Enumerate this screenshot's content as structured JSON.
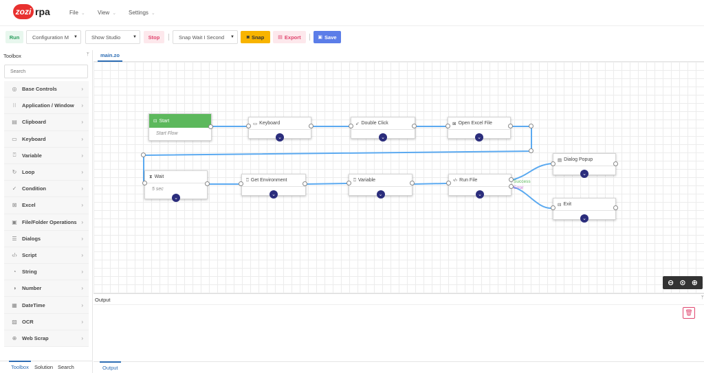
{
  "app": {
    "logo_badge": "zozi",
    "logo_text": "rpa"
  },
  "menu": [
    {
      "label": "File"
    },
    {
      "label": "View"
    },
    {
      "label": "Settings"
    }
  ],
  "toolbar": {
    "run": "Run",
    "config_select": "Configuration M",
    "studio_select": "Show Studio",
    "stop": "Stop",
    "snap_wait_select": "Snap Wait I Second",
    "snap": "Snap",
    "export": "Export",
    "save": "Save"
  },
  "sidebar": {
    "title": "Toolbox",
    "search_placeholder": "Search",
    "items": [
      {
        "label": "Base Controls",
        "icon": "circle-settings-icon",
        "glyph": "◎"
      },
      {
        "label": "Application / Window",
        "icon": "grid-icon",
        "glyph": "⁝⁝"
      },
      {
        "label": "Clipboard",
        "icon": "clipboard-icon",
        "glyph": "▤"
      },
      {
        "label": "Keyboard",
        "icon": "keyboard-icon",
        "glyph": "▭"
      },
      {
        "label": "Variable",
        "icon": "bookmark-icon",
        "glyph": "⍞"
      },
      {
        "label": "Loop",
        "icon": "loop-icon",
        "glyph": "↻"
      },
      {
        "label": "Condition",
        "icon": "check-icon",
        "glyph": "✓"
      },
      {
        "label": "Excel",
        "icon": "excel-icon",
        "glyph": "⊠"
      },
      {
        "label": "File/Folder Operations",
        "icon": "folder-icon",
        "glyph": "▣"
      },
      {
        "label": "Dialogs",
        "icon": "dialog-icon",
        "glyph": "☰"
      },
      {
        "label": "Script",
        "icon": "code-icon",
        "glyph": "‹/›"
      },
      {
        "label": "String",
        "icon": "string-icon",
        "glyph": "◔"
      },
      {
        "label": "Number",
        "icon": "number-icon",
        "glyph": "◑"
      },
      {
        "label": "DateTime",
        "icon": "calendar-icon",
        "glyph": "▦"
      },
      {
        "label": "OCR",
        "icon": "image-icon",
        "glyph": "▨"
      },
      {
        "label": "Web Scrap",
        "icon": "globe-icon",
        "glyph": "⊕"
      }
    ],
    "tabs": [
      {
        "label": "Toolbox"
      },
      {
        "label": "Solution"
      },
      {
        "label": "Search"
      }
    ]
  },
  "editor": {
    "tab": "main.zo"
  },
  "nodes": {
    "start": {
      "title": "Start",
      "sub": "Start Flow"
    },
    "keyboard": {
      "title": "Keyboard"
    },
    "double_click": {
      "title": "Double Click"
    },
    "open_excel": {
      "title": "Open Excel File"
    },
    "wait": {
      "title": "Wait",
      "sub": "5 sec"
    },
    "get_env": {
      "title": "Get Environment"
    },
    "variable": {
      "title": "Variable"
    },
    "run_file": {
      "title": "Run File"
    },
    "dialog_popup": {
      "title": "Dialog Popup"
    },
    "exit": {
      "title": "Exit"
    }
  },
  "branch_labels": {
    "success": "Success",
    "error": "Error"
  },
  "colors": {
    "wire": "#5aa9f0",
    "success": "#5cb85c",
    "error": "#c06bd6",
    "accent": "#2d6db4"
  },
  "output": {
    "title": "Output",
    "tab": "Output"
  }
}
